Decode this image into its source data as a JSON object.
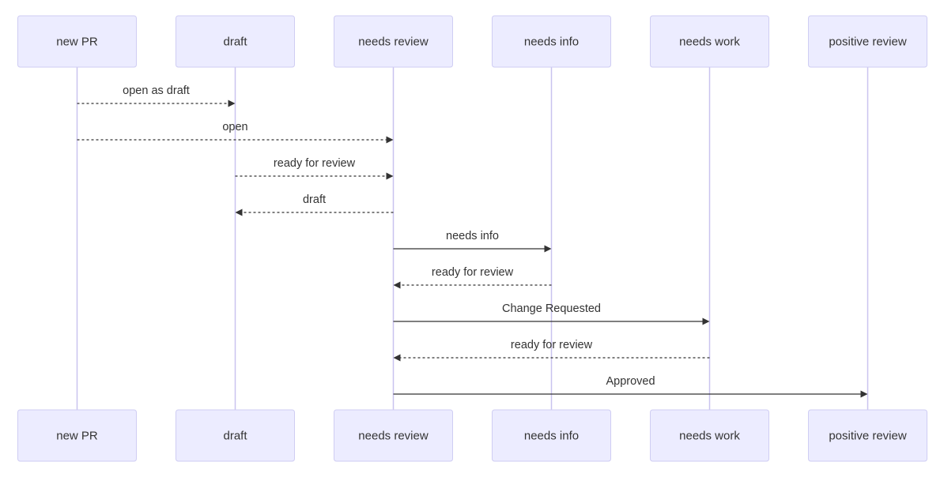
{
  "diagram": {
    "participants": [
      {
        "id": "new_pr",
        "label": "new PR"
      },
      {
        "id": "draft",
        "label": "draft"
      },
      {
        "id": "needs_review",
        "label": "needs review"
      },
      {
        "id": "needs_info",
        "label": "needs info"
      },
      {
        "id": "needs_work",
        "label": "needs work"
      },
      {
        "id": "positive_review",
        "label": "positive review"
      }
    ],
    "messages": [
      {
        "from": "new_pr",
        "to": "draft",
        "label": "open as draft",
        "style": "dashed"
      },
      {
        "from": "new_pr",
        "to": "needs_review",
        "label": "open",
        "style": "dashed"
      },
      {
        "from": "draft",
        "to": "needs_review",
        "label": "ready for review",
        "style": "dashed"
      },
      {
        "from": "needs_review",
        "to": "draft",
        "label": "draft",
        "style": "dashed"
      },
      {
        "from": "needs_review",
        "to": "needs_info",
        "label": "needs info",
        "style": "solid"
      },
      {
        "from": "needs_info",
        "to": "needs_review",
        "label": "ready for review",
        "style": "dashed"
      },
      {
        "from": "needs_review",
        "to": "needs_work",
        "label": "Change Requested",
        "style": "solid"
      },
      {
        "from": "needs_work",
        "to": "needs_review",
        "label": "ready for review",
        "style": "dashed"
      },
      {
        "from": "needs_review",
        "to": "positive_review",
        "label": "Approved",
        "style": "solid"
      }
    ],
    "colors": {
      "actor_fill": "#ececff",
      "actor_stroke": "#cfcdf3",
      "lifeline": "#c9c3ef",
      "text": "#333333",
      "arrow": "#333333"
    }
  }
}
